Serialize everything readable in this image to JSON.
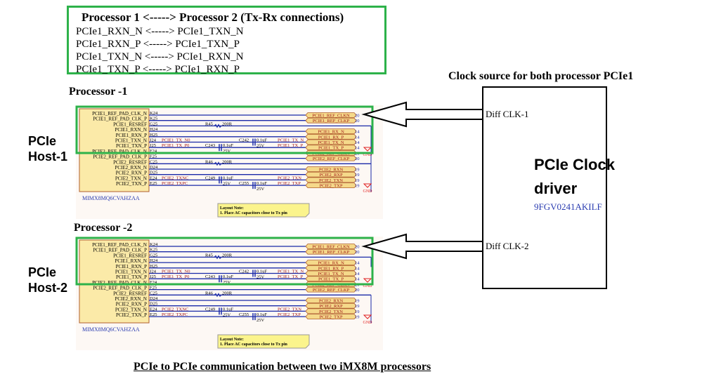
{
  "connections": {
    "title": "Processor 1 <-----> Processor 2  (Tx-Rx connections)",
    "rows": [
      "PCIe1_RXN_N <-----> PCIe1_TXN_N",
      "PCIe1_RXN_P <-----> PCIe1_TXN_P",
      "PCIe1_TXN_N <-----> PCIe1_RXN_N",
      "PCIe1_TXN_P <-----> PCIe1_RXN_P"
    ]
  },
  "processors": [
    {
      "label": "Processor -1",
      "host": [
        "PCIe",
        "Host-1"
      ],
      "diff_clk": "Diff CLK-1"
    },
    {
      "label": "Processor -2",
      "host": [
        "PCIe",
        "Host-2"
      ],
      "diff_clk": "Diff CLK-2"
    }
  ],
  "clock": {
    "caption": "Clock source for both processor PCIe1",
    "name_line1": "PCIe Clock",
    "name_line2": "driver",
    "part_number": "9FGV0241AKILF"
  },
  "schematic": {
    "part": "MIMX8MQ6CVAHZAA",
    "note_title": "Layout Note:",
    "note_text": "1. Place AC capacitors close to Tx pin",
    "gnd": "GND",
    "rows": [
      {
        "pin": "PCIE1_REF_PAD_CLK_N",
        "ball": "K24",
        "port": "PCIE1_REF_CLKN",
        "sheet": "20"
      },
      {
        "pin": "PCIE1_REF_PAD_CLK_P",
        "ball": "K25",
        "port": "PCIE1_REF_CLKP",
        "sheet": "20"
      },
      {
        "pin": "PCIE1_RESREF",
        "ball": "G25",
        "res": "R45",
        "res_val": "200R"
      },
      {
        "pin": "PCIE1_RXN_N",
        "ball": "H24",
        "port": "PCIE1_RX_N",
        "sheet": "14"
      },
      {
        "pin": "PCIE1_RXN_P",
        "ball": "H25",
        "port": "PCIE1_RX_P",
        "sheet": "14"
      },
      {
        "pin": "PCIE1_TXN_N",
        "ball": "J24",
        "net_in": "PCIE1_TX_N0",
        "cap": "C242",
        "cap_val": "0.1uF",
        "cap_v": "25V",
        "net_out": "PCIE1_TX_N",
        "port": "PCIE1_TX_N",
        "sheet": "14"
      },
      {
        "pin": "PCIE1_TXN_P",
        "ball": "J25",
        "net_in": "PCIE1_TX_P0",
        "cap": "C243",
        "cap_val": "0.1uF",
        "cap_v": "25V",
        "net_out": "PCIE1_TX_P",
        "port": "PCIE1_TX_P",
        "sheet": "14"
      },
      {
        "pin": "PCIE2_REF_PAD_CLK_N",
        "ball": "F24",
        "port": "PCIE2_REF_CLKN",
        "sheet": "20"
      },
      {
        "pin": "PCIE2_REF_PAD_CLK_P",
        "ball": "F25",
        "port": "PCIE2_REF_CLKP",
        "sheet": "20"
      },
      {
        "pin": "PCIE2_RESREF",
        "ball": "C25",
        "res": "R46",
        "res_val": "200R"
      },
      {
        "pin": "PCIE2_RXN_N",
        "ball": "D24",
        "port": "PCIE2_RXN",
        "sheet": "19"
      },
      {
        "pin": "PCIE2_RXN_P",
        "ball": "D25",
        "port": "PCIE2_RXP",
        "sheet": "19"
      },
      {
        "pin": "PCIE2_TXN_N",
        "ball": "E24",
        "net_in": "PCIE2_TXNC",
        "cap": "C249",
        "cap_val": "0.1uF",
        "cap_v": "25V",
        "net_out": "PCIE2_TXN",
        "port": "PCIE2_TXN",
        "sheet": "19"
      },
      {
        "pin": "PCIE2_TXN_P",
        "ball": "E25",
        "net_in": "PCIE2_TXPC",
        "cap": "C255",
        "cap_val": "0.1uF",
        "cap_v": "25V",
        "net_out": "PCIE2_TXP",
        "port": "PCIE2_TXP",
        "sheet": "19"
      }
    ]
  },
  "footer": "PCIe to PCIe communication between two iMX8M processors",
  "colors": {
    "highlight": "#2db24a",
    "wire": "#1a2aa8",
    "net": "#a01818",
    "chip_fill": "#fbeaa8",
    "port_fill": "#f5d98a",
    "gnd": "#e02020",
    "note_fill": "#fbf48c"
  }
}
